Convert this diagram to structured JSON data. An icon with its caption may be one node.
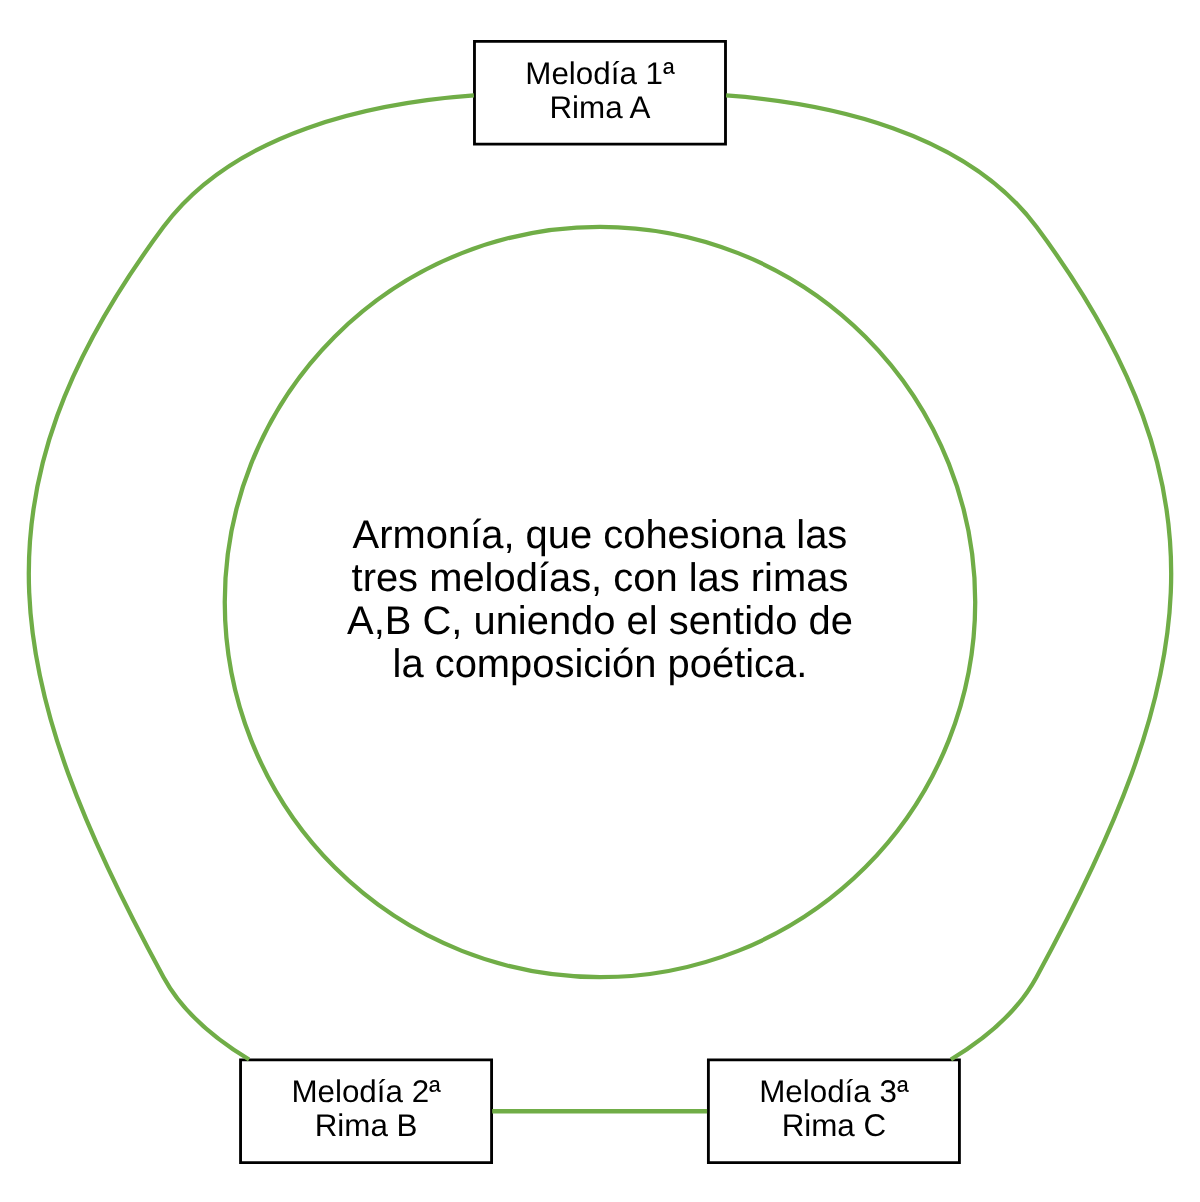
{
  "diagram": {
    "nodes": [
      {
        "text": [
          "Melodía 1ª",
          "Rima A"
        ]
      },
      {
        "text": [
          "Melodía 2ª",
          "Rima B"
        ]
      },
      {
        "text": [
          "Melodía 3ª",
          "Rima C"
        ]
      },
      {
        "text": [
          "Armonía, que cohesiona las tres melodías, con las rimas A,B C, uniendo el sentido de la composición poética."
        ]
      }
    ],
    "edges": [
      {
        "from": 0,
        "to": 1,
        "arrow": "none"
      },
      {
        "from": 0,
        "to": 2,
        "arrow": "none"
      },
      {
        "from": 1,
        "to": 2,
        "arrow": "none"
      }
    ]
  }
}
